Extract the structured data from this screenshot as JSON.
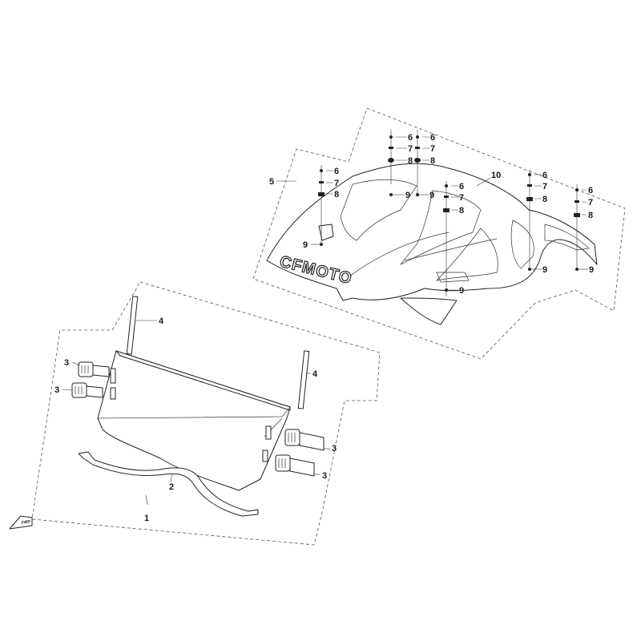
{
  "brand_logo": "CFMOTO",
  "direction_mark": "FWD",
  "callouts": {
    "c1": "1",
    "c2": "2",
    "c3a": "3",
    "c3b": "3",
    "c3c": "3",
    "c3d": "3",
    "c4a": "4",
    "c4b": "4",
    "c5": "5",
    "c10": "10",
    "h1_6": "6",
    "h1_7": "7",
    "h1_8": "8",
    "h2_6": "6",
    "h2_7": "7",
    "h2_8": "8",
    "h3_6": "6",
    "h3_7": "7",
    "h3_8": "8",
    "h4_6": "6",
    "h4_7": "7",
    "h4_8": "8",
    "h5_6": "6",
    "h5_7": "7",
    "h5_8": "8",
    "h6_6": "6",
    "h6_7": "7",
    "h6_8": "8",
    "h9a": "9",
    "h9b": "9",
    "h9c": "9",
    "h9d": "9",
    "h9e": "9",
    "h9f": "9"
  }
}
